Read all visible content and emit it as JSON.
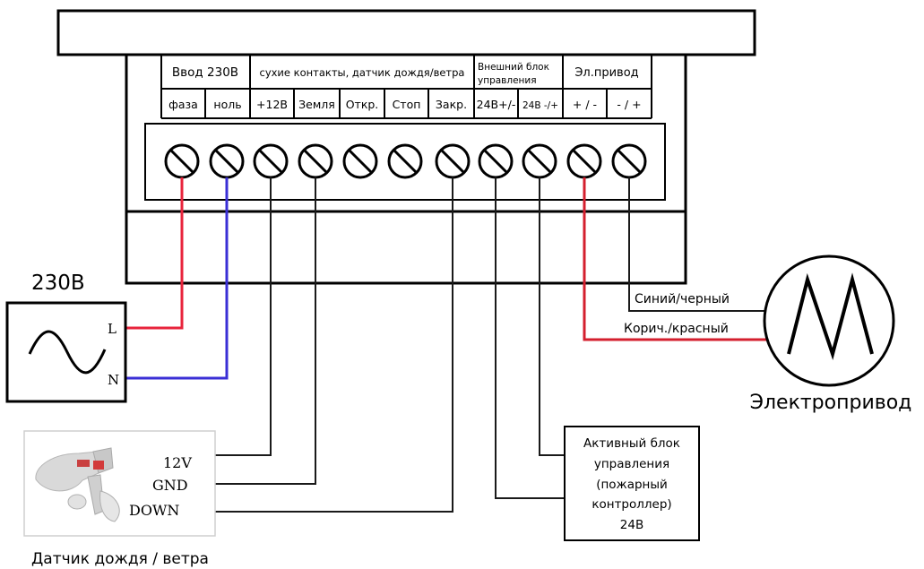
{
  "terminal_block": {
    "group_headers": [
      "Ввод 230В",
      "сухие контакты, датчик дождя/ветра",
      "Внешний блок управления",
      "Эл.привод"
    ],
    "external_unit_header_lines": [
      "Внешний блок",
      "управления"
    ],
    "terminals": [
      "фаза",
      "ноль",
      "+12В",
      "Земля",
      "Откр.",
      "Стоп",
      "Закр.",
      "24В+/-",
      "24В -/+",
      "+ / -",
      "- / +"
    ]
  },
  "power_source": {
    "title": "230В",
    "pin_l": "L",
    "pin_n": "N",
    "icon": "ac-sine-wave-icon"
  },
  "rain_sensor": {
    "pins": [
      "12V",
      "GND",
      "DOWN"
    ],
    "caption": "Датчик дождя / ветра",
    "icon": "rain-wind-sensor-icon"
  },
  "controller": {
    "lines": [
      "Активный блок",
      "управления",
      "(пожарный",
      "контроллер)",
      "24В"
    ]
  },
  "motor": {
    "caption": "Электропривод",
    "wire_top": "Синий/черный",
    "wire_bottom": "Корич./красный",
    "icon": "motor-m-icon"
  },
  "colors": {
    "phase_wire": "#e8243c",
    "neutral_wire": "#3a2fd6",
    "motor_brown_red_wire": "#d41f2e",
    "signal_wire": "#1a1a1a"
  }
}
